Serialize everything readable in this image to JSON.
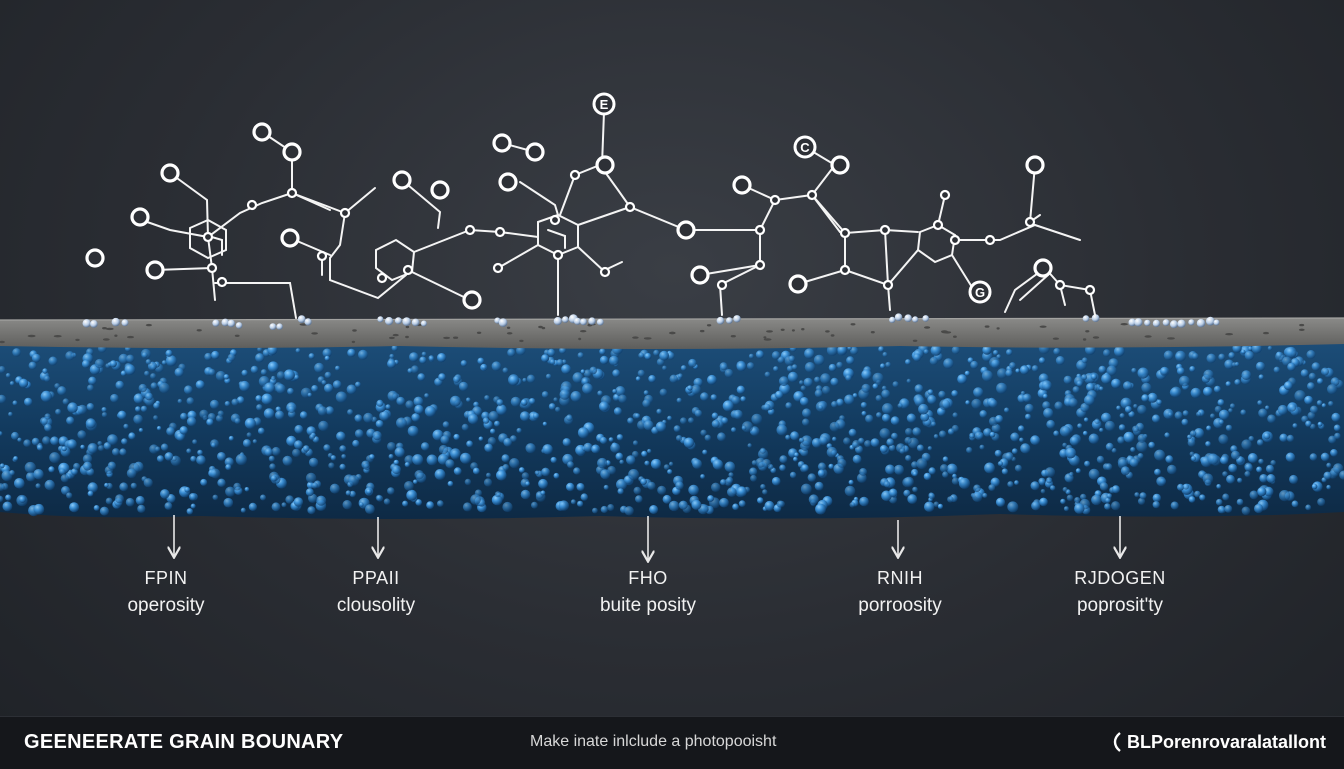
{
  "labels": [
    {
      "code": "FPIN",
      "desc": "operosity"
    },
    {
      "code": "PPAII",
      "desc": "clousolity"
    },
    {
      "code": "FHO",
      "desc": "buite posity"
    },
    {
      "code": "RNIH",
      "desc": "porroosity"
    },
    {
      "code": "RJDOGEN",
      "desc": "poprosit'ty"
    }
  ],
  "atom_letters": [
    "E",
    "C",
    "G"
  ],
  "footer": {
    "title": "GEENEERATE GRAIN BOUNARY",
    "subtitle": "Make inate inlcludе a photopooisht",
    "brand": "BLPorenrovaralatallont"
  },
  "colors": {
    "background": "#2a2d33",
    "crust": "#7a7a78",
    "grains": "#2f7fc4",
    "molecule": "#ffffff"
  }
}
